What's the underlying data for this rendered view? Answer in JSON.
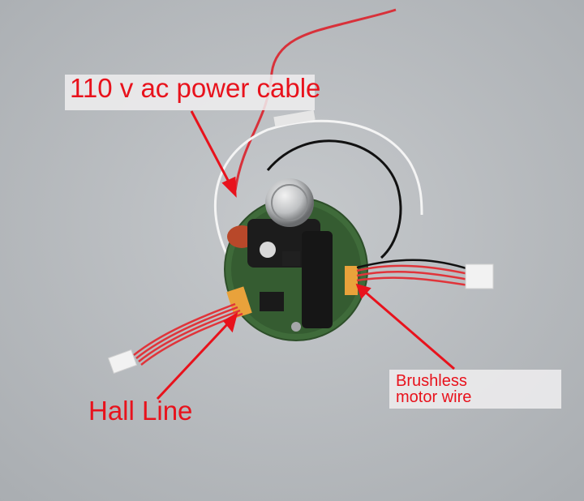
{
  "labels": {
    "power": "110 v ac power cable",
    "hall": "Hall Line",
    "motor_line1": "Brushless",
    "motor_line2": "motor wire"
  },
  "colors": {
    "label": "#e8121c",
    "background": "#b9bcbf",
    "pcb": "#3f6b3a",
    "wire_red": "#e0343a",
    "wire_black": "#151515",
    "wire_white": "#f4f4f4",
    "connector": "#e9a23b"
  }
}
